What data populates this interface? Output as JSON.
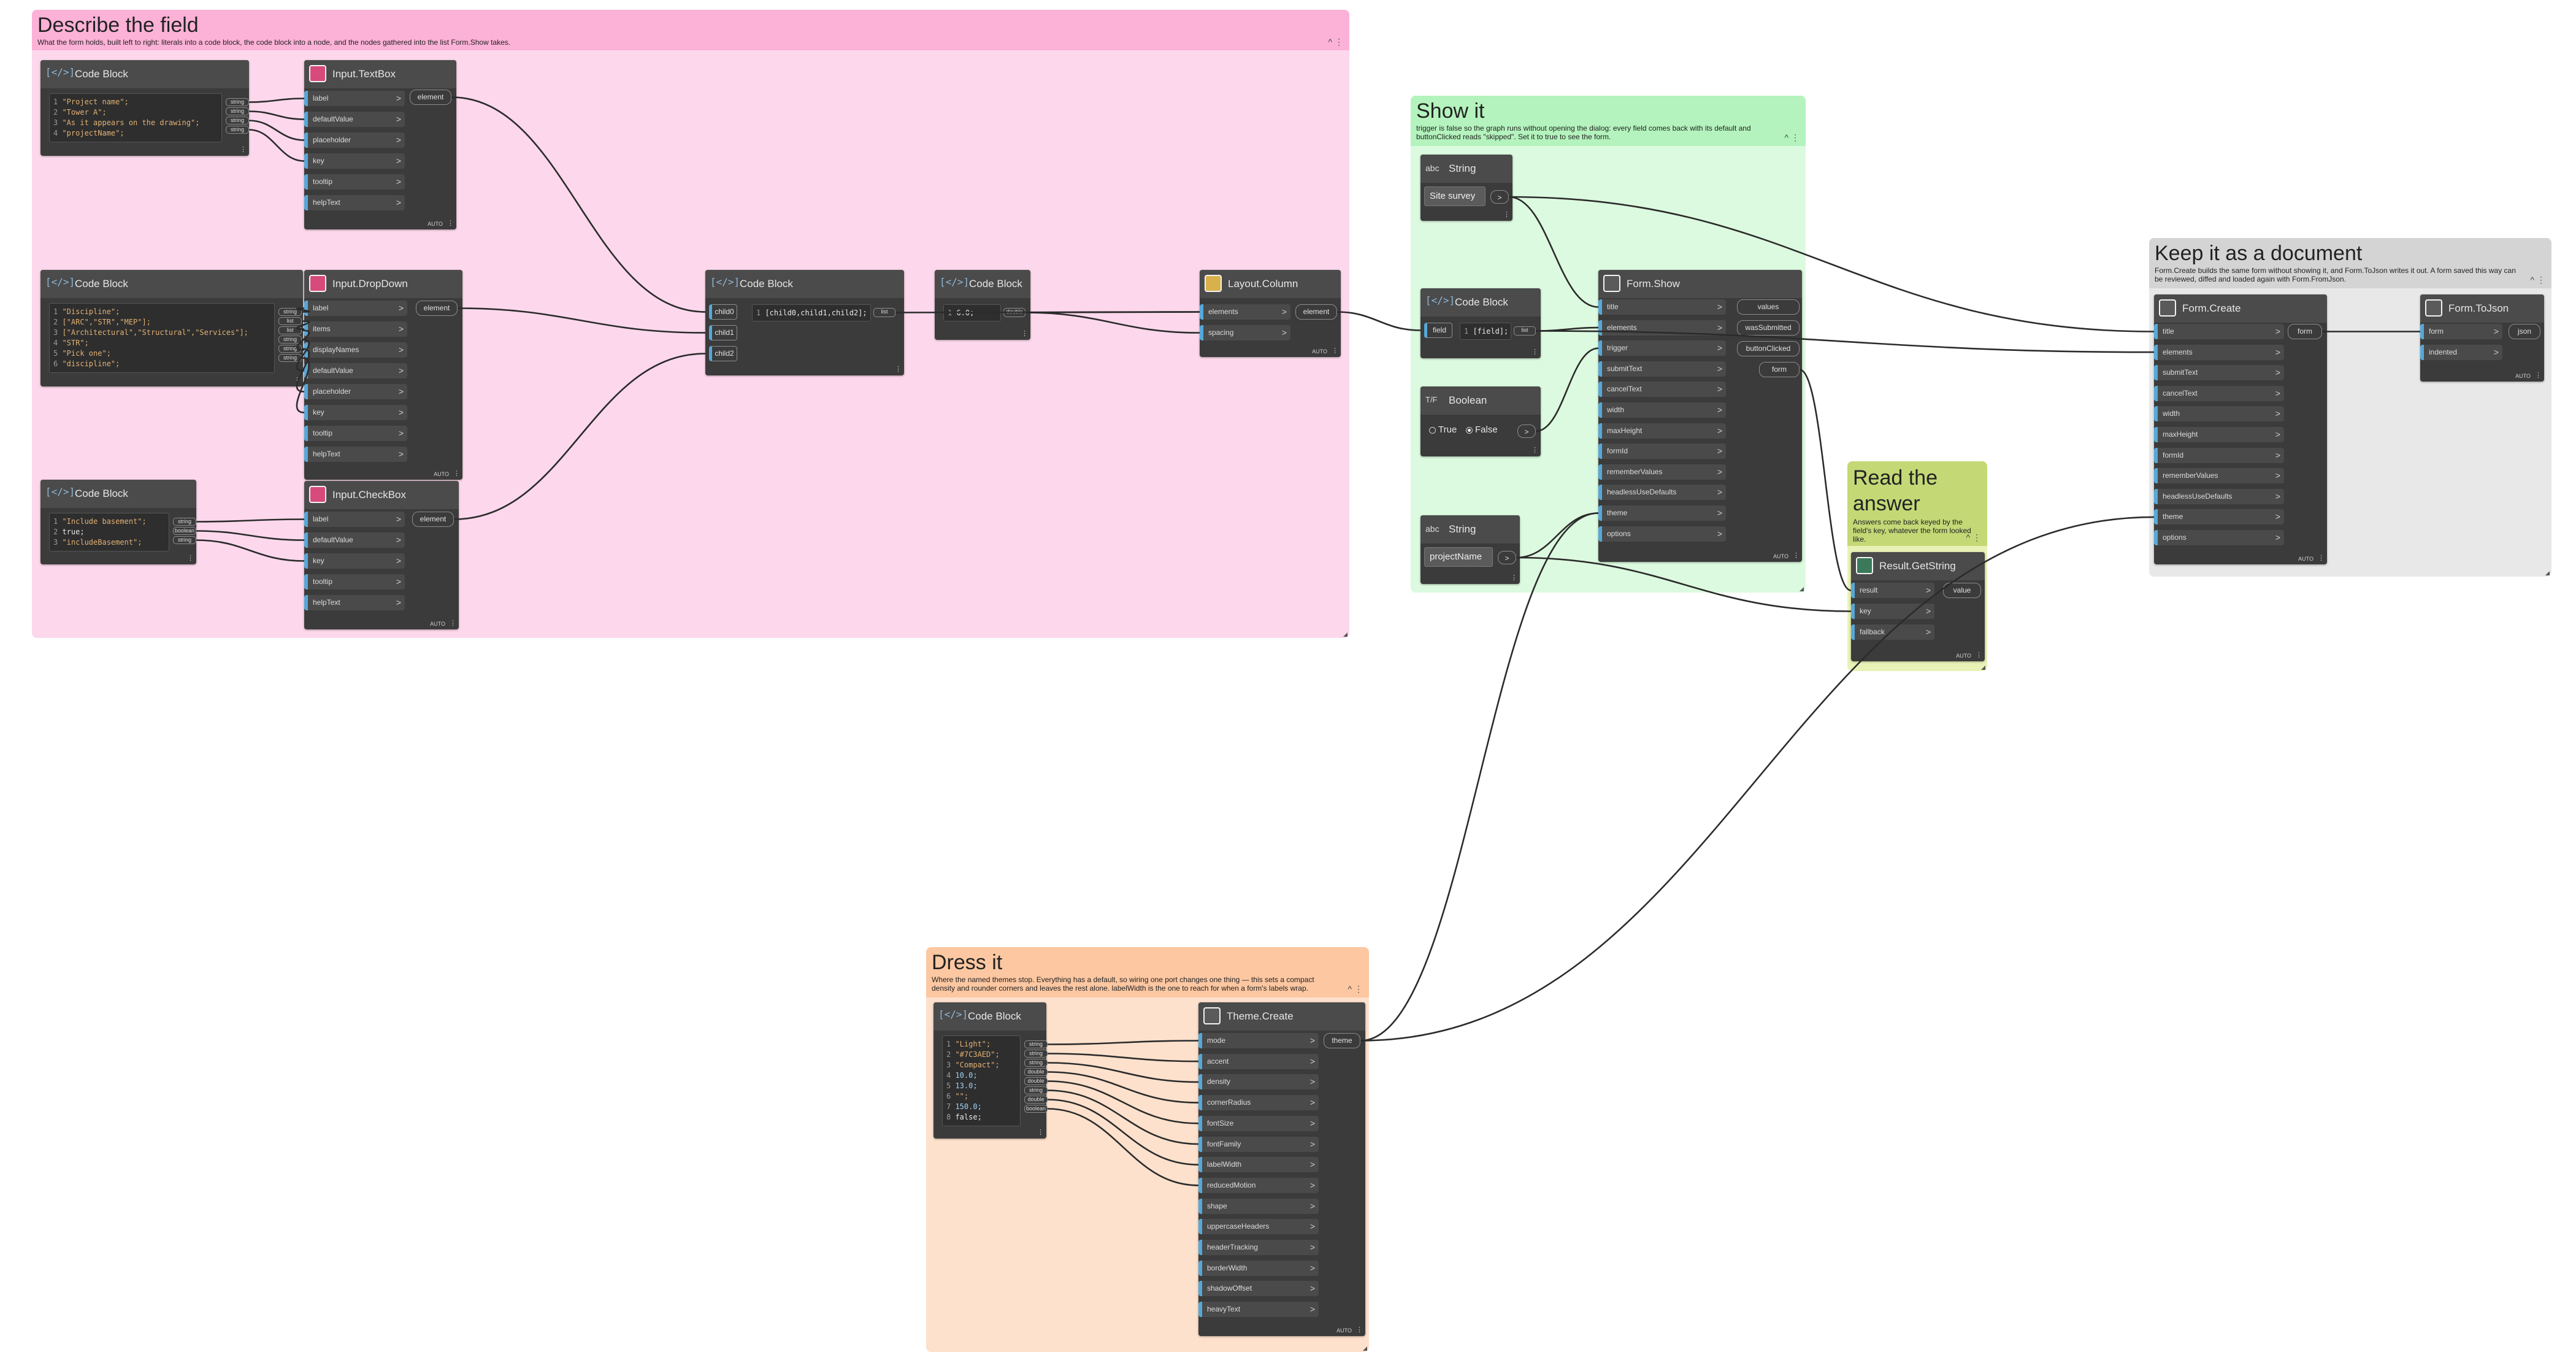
{
  "groups": {
    "describe": {
      "title": "Describe the field",
      "desc": "What the form holds, built left to right: literals into a code block, the code block into a node, and the nodes gathered into the list Form.Show takes.",
      "color": "#fdd8ec",
      "head_color": "#fcb1d7"
    },
    "show": {
      "title": "Show it",
      "desc": "trigger is false so the graph runs without opening the dialog: every field comes back with its default and buttonClicked reads \"skipped\". Set it to true to see the form.",
      "color": "#dcfadf",
      "head_color": "#b4f3bd"
    },
    "read": {
      "title": "Read the answer",
      "desc": "Answers come back keyed by the field's key, whatever the form looked like.",
      "color": "#e9f2b6",
      "head_color": "#c4d876"
    },
    "keep": {
      "title": "Keep it as a document",
      "desc": "Form.Create builds the same form without showing it, and Form.ToJson writes it out. A form saved this way can be reviewed, diffed and loaded again with Form.FromJson.",
      "color": "#e8e8e8",
      "head_color": "#d4d4d4"
    },
    "dress": {
      "title": "Dress it",
      "desc": "Where the named themes stop. Everything has a default, so wiring one port changes one thing — this sets a compact density and rounder corners and leaves the rest alone. labelWidth is the one to reach for when a form's labels wrap.",
      "color": "#fde1cc",
      "head_color": "#fcc7a1"
    }
  },
  "nodes": {
    "cb1": {
      "title": "Code Block",
      "lines": [
        "\"Project name\";",
        "\"Tower A\";",
        "\"As it appears on the drawing\";",
        "\"projectName\";"
      ],
      "out_types": [
        "string",
        "string",
        "string",
        "string"
      ]
    },
    "textbox": {
      "title": "Input.TextBox",
      "inputs": [
        "label",
        "defaultValue",
        "placeholder",
        "key",
        "tooltip",
        "helpText"
      ],
      "output": "element",
      "footer": "AUTO"
    },
    "cb2": {
      "title": "Code Block",
      "lines": [
        "\"Discipline\";",
        "[\"ARC\",\"STR\",\"MEP\"];",
        "[\"Architectural\",\"Structural\",\"Services\"];",
        "\"STR\";",
        "\"Pick one\";",
        "\"discipline\";"
      ],
      "out_types": [
        "string",
        "list",
        "list",
        "string",
        "string",
        "string"
      ]
    },
    "dropdown": {
      "title": "Input.DropDown",
      "inputs": [
        "label",
        "items",
        "displayNames",
        "defaultValue",
        "placeholder",
        "key",
        "tooltip",
        "helpText"
      ],
      "output": "element",
      "footer": "AUTO"
    },
    "cb3": {
      "title": "Code Block",
      "lines": [
        "\"Include basement\";",
        "true;",
        "\"includeBasement\";"
      ],
      "out_types": [
        "string",
        "boolean",
        "string"
      ]
    },
    "checkbox": {
      "title": "Input.CheckBox",
      "inputs": [
        "label",
        "defaultValue",
        "key",
        "tooltip",
        "helpText"
      ],
      "output": "element",
      "footer": "AUTO"
    },
    "cb_list": {
      "title": "Code Block",
      "inputs": [
        "child0",
        "child1",
        "child2"
      ],
      "code": "[child0,child1,child2];",
      "out_type": "list"
    },
    "cb_num": {
      "title": "Code Block",
      "code": "6.0;",
      "out_type": "double"
    },
    "layout": {
      "title": "Layout.Column",
      "inputs": [
        "elements",
        "spacing"
      ],
      "output": "element",
      "footer": "AUTO"
    },
    "str_title": {
      "title": "String",
      "value": "Site survey"
    },
    "cb_field": {
      "title": "Code Block",
      "inputs": [
        "field"
      ],
      "code": "[field];",
      "out_type": "list"
    },
    "bool": {
      "title": "Boolean",
      "true_label": "True",
      "false_label": "False",
      "selected": "False"
    },
    "str_key": {
      "title": "String",
      "value": "projectName"
    },
    "formshow": {
      "title": "Form.Show",
      "inputs": [
        "title",
        "elements",
        "trigger",
        "submitText",
        "cancelText",
        "width",
        "maxHeight",
        "formId",
        "rememberValues",
        "headlessUseDefaults",
        "theme",
        "options"
      ],
      "outputs": [
        "values",
        "wasSubmitted",
        "buttonClicked",
        "form"
      ],
      "footer": "AUTO"
    },
    "getstring": {
      "title": "Result.GetString",
      "inputs": [
        "result",
        "key",
        "fallback"
      ],
      "output": "value",
      "footer": "AUTO"
    },
    "formcreate": {
      "title": "Form.Create",
      "inputs": [
        "title",
        "elements",
        "submitText",
        "cancelText",
        "width",
        "maxHeight",
        "formId",
        "rememberValues",
        "headlessUseDefaults",
        "theme",
        "options"
      ],
      "output": "form",
      "footer": "AUTO"
    },
    "tojson": {
      "title": "Form.ToJson",
      "inputs": [
        "form",
        "indented"
      ],
      "output": "json",
      "footer": "AUTO"
    },
    "cb_theme": {
      "title": "Code Block",
      "lines": [
        "\"Light\";",
        "\"#7C3AED\";",
        "\"Compact\";",
        "10.0;",
        "13.0;",
        "\"\";",
        "150.0;",
        "false;"
      ],
      "out_types": [
        "string",
        "string",
        "string",
        "double",
        "double",
        "string",
        "double",
        "boolean"
      ]
    },
    "theme": {
      "title": "Theme.Create",
      "inputs": [
        "mode",
        "accent",
        "density",
        "cornerRadius",
        "fontSize",
        "fontFamily",
        "labelWidth",
        "reducedMotion",
        "shape",
        "uppercaseHeaders",
        "headerTracking",
        "borderWidth",
        "shadowOffset",
        "heavyText"
      ],
      "output": "theme",
      "footer": "AUTO"
    }
  },
  "colors": {
    "wire": "#2b2b2b",
    "port_accent": "#56a8d8",
    "node_body": "#3b3b3b",
    "node_head": "#4b4b4b"
  }
}
